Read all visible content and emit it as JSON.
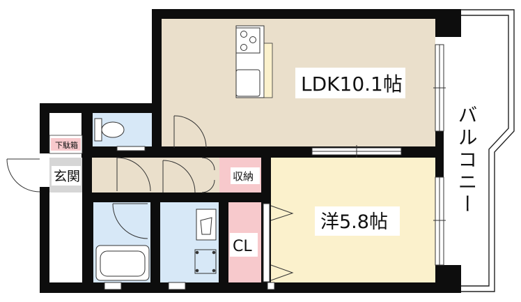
{
  "rooms": {
    "ldk": "LDK10.1帖",
    "western": "洋5.8帖",
    "closet": "CL",
    "storage": "収納",
    "entrance": "玄関",
    "shoe_box": "下駄箱"
  },
  "balcony": "バルコニー",
  "colors": {
    "wall": "#0d0d0d",
    "ldk": "#eadfcb",
    "western": "#fbf1cc",
    "wet_area": "#d7e8f7",
    "closet": "#f7c9cc",
    "entrance": "#d6d6d6",
    "label_bg": "#ffffff"
  }
}
